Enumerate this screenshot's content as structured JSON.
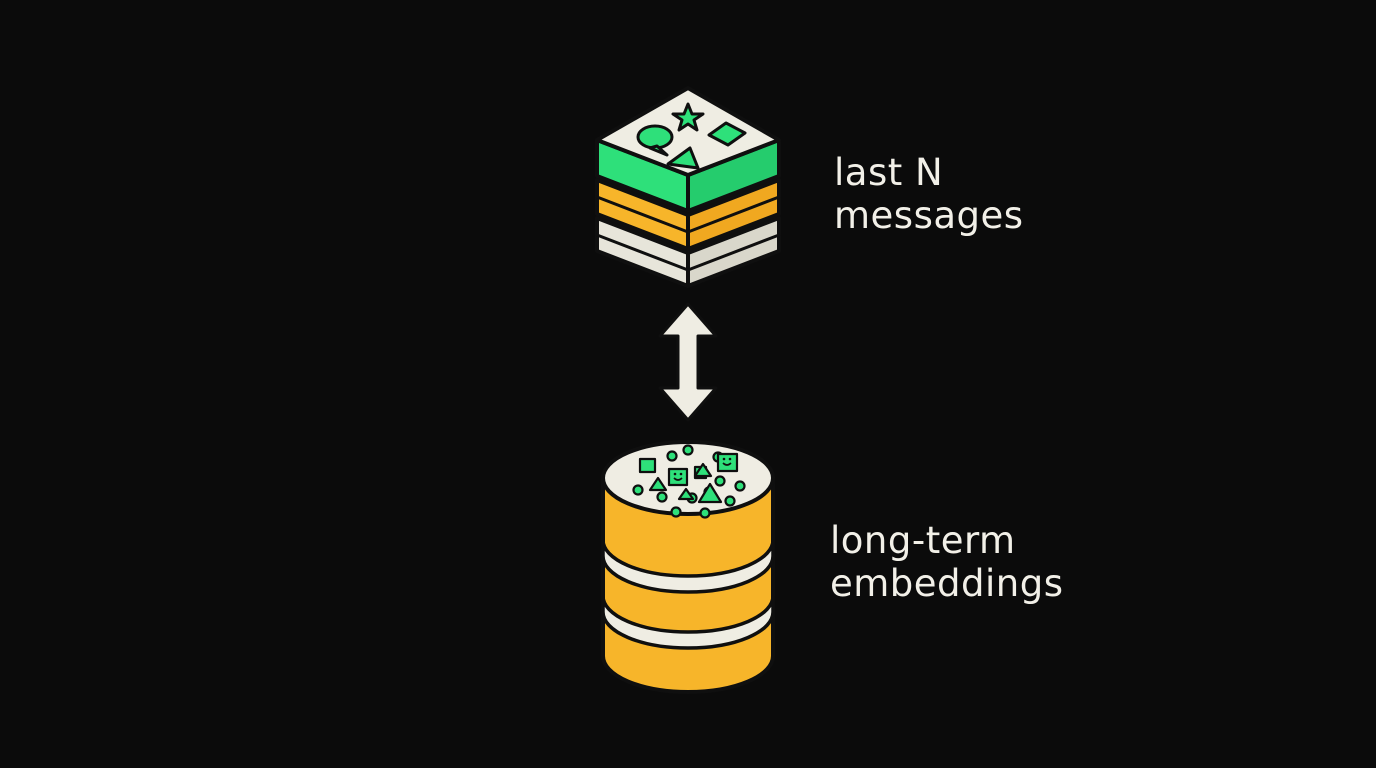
{
  "labels": {
    "short_term": {
      "line1": "last N",
      "line2": "messages"
    },
    "long_term": {
      "line1": "long-term",
      "line2": "embeddings"
    }
  },
  "colors": {
    "background": "#0b0b0b",
    "cream": "#efede3",
    "green": "#2ee07a",
    "yellow": "#f7b52a",
    "outline": "#0f0f0f",
    "text": "#f2f0e8"
  },
  "icons": {
    "message_stack": "layered-message-stack-icon",
    "arrow": "double-vertical-arrow-icon",
    "database": "embeddings-database-cylinder-icon"
  }
}
